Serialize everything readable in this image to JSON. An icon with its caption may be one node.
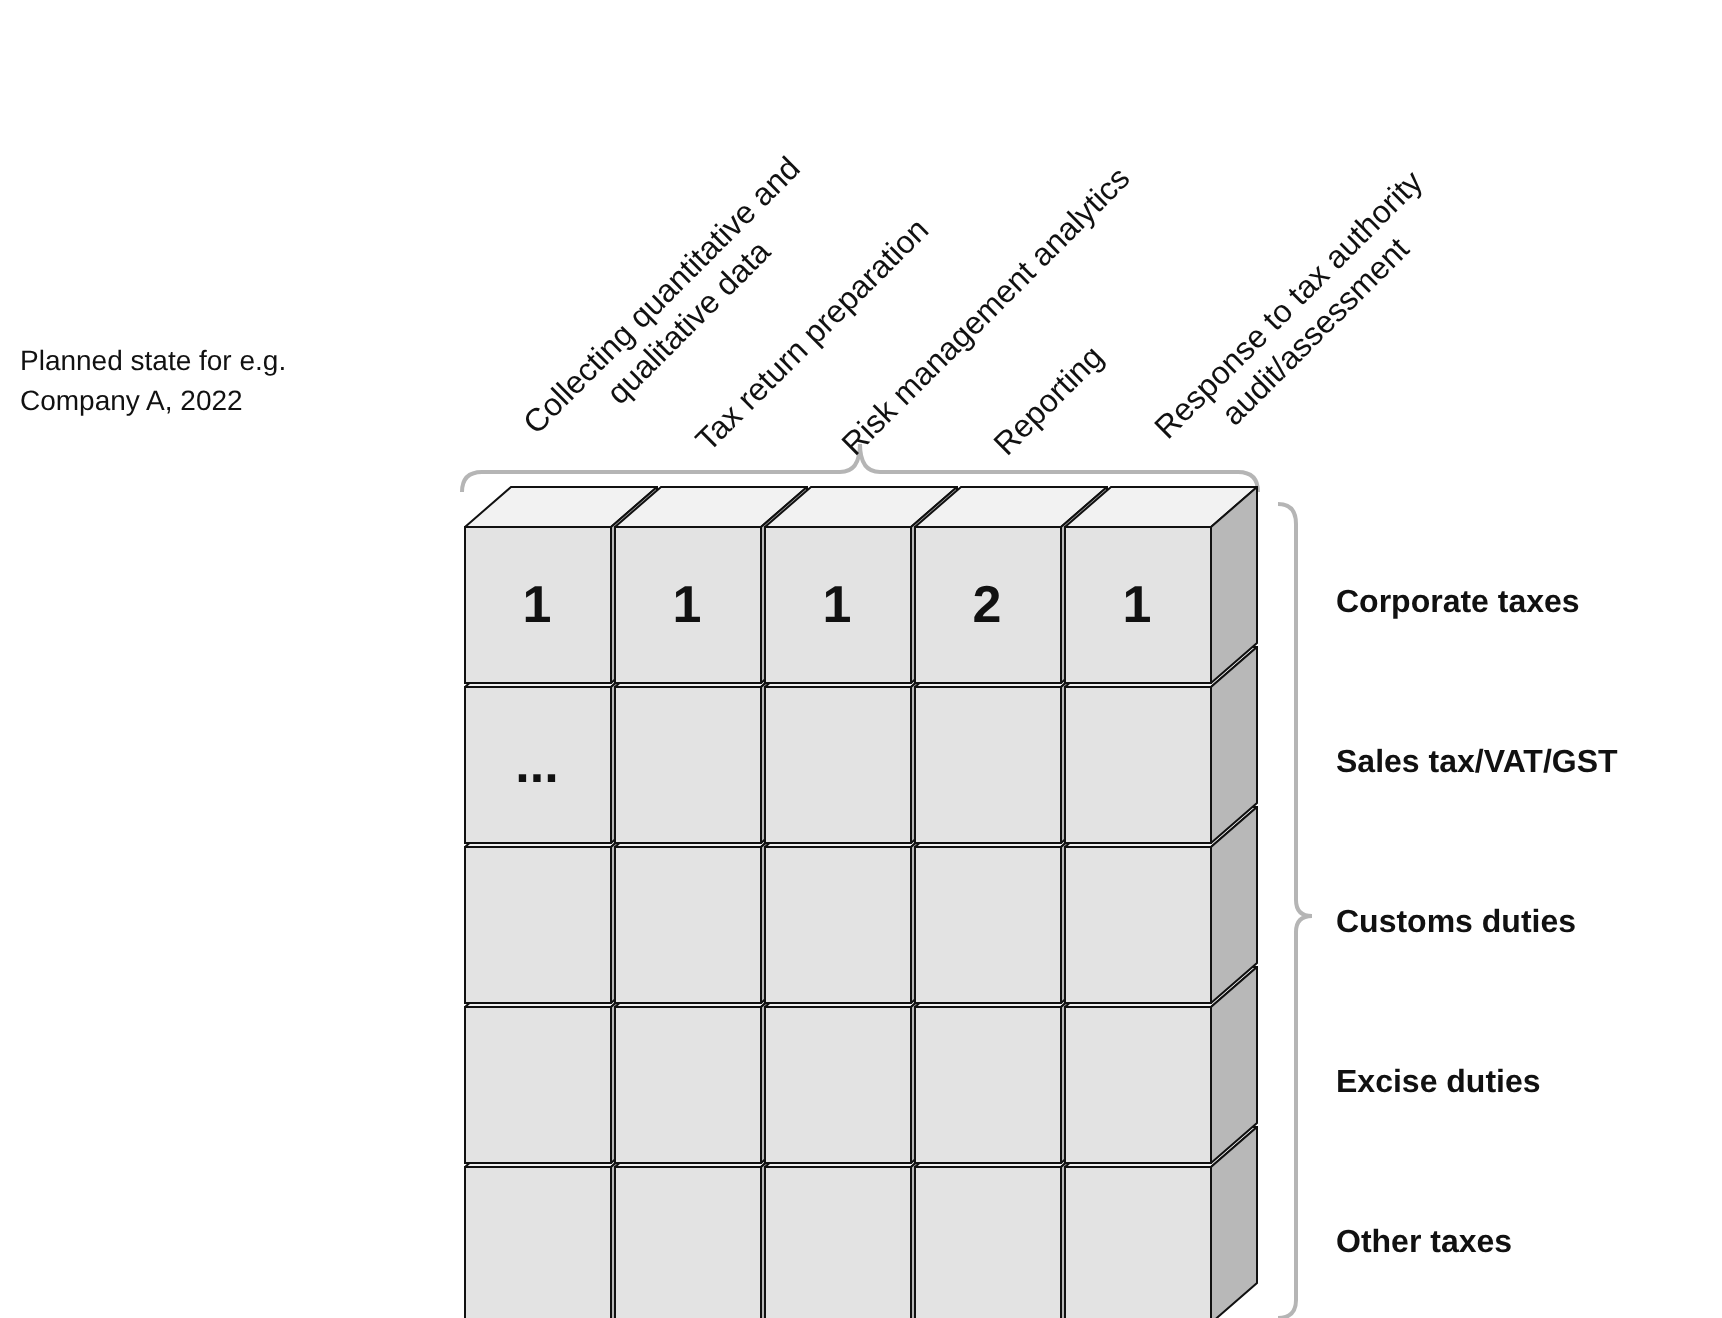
{
  "diagram": {
    "nodes": [
      {
        "text": [
          "1"
        ]
      },
      {
        "text": [
          "1"
        ]
      },
      {
        "text": [
          "1"
        ]
      },
      {
        "text": [
          "2"
        ]
      },
      {
        "text": [
          "1"
        ]
      },
      {
        "text": [
          "..."
        ]
      },
      {
        "text": [],
        "shape": "box"
      },
      {
        "text": [],
        "shape": "box"
      },
      {
        "text": [],
        "shape": "box"
      },
      {
        "text": [],
        "shape": "box"
      },
      {
        "text": [],
        "shape": "box"
      },
      {
        "text": [],
        "shape": "box"
      },
      {
        "text": [],
        "shape": "box"
      },
      {
        "text": [],
        "shape": "box"
      },
      {
        "text": [],
        "shape": "box"
      },
      {
        "text": [],
        "shape": "box"
      },
      {
        "text": [],
        "shape": "box"
      },
      {
        "text": [],
        "shape": "box"
      },
      {
        "text": [],
        "shape": "box"
      },
      {
        "text": [],
        "shape": "box"
      },
      {
        "text": [],
        "shape": "box"
      },
      {
        "text": [],
        "shape": "box"
      },
      {
        "text": [],
        "shape": "box"
      },
      {
        "text": [],
        "shape": "box"
      },
      {
        "text": [],
        "shape": "box"
      }
    ],
    "labels": [
      "Collecting quantitative and qualitative data",
      "Tax return preparation",
      "Risk management analytics",
      "Reporting",
      "Response to tax authority audit/assessment",
      "Planned state for e.g. Company A, 2022",
      "Corporate taxes",
      "Sales tax/VAT/GST",
      "Customs duties",
      "Excise duties",
      "Other taxes"
    ]
  }
}
